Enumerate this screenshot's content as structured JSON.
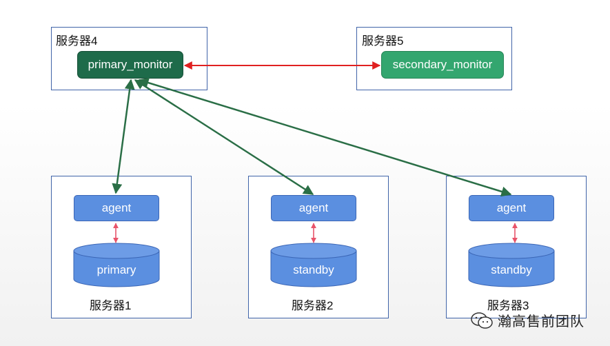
{
  "servers": {
    "s4": {
      "title": "服务器4",
      "node": "primary_monitor"
    },
    "s5": {
      "title": "服务器5",
      "node": "secondary_monitor"
    },
    "s1": {
      "title": "服务器1",
      "agent": "agent",
      "db": "primary"
    },
    "s2": {
      "title": "服务器2",
      "agent": "agent",
      "db": "standby"
    },
    "s3": {
      "title": "服务器3",
      "agent": "agent",
      "db": "standby"
    }
  },
  "watermark": {
    "text": "瀚高售前团队",
    "icon": "wechat-icon"
  },
  "colors": {
    "primary_monitor": "#1e6b4a",
    "secondary_monitor": "#33a66f",
    "agent": "#5b8fe0",
    "db": "#5b8fe0",
    "box_border": "#3f63a8",
    "link_green": "#2a6e46",
    "link_red": "#e02020",
    "link_pink": "#e8546a"
  }
}
